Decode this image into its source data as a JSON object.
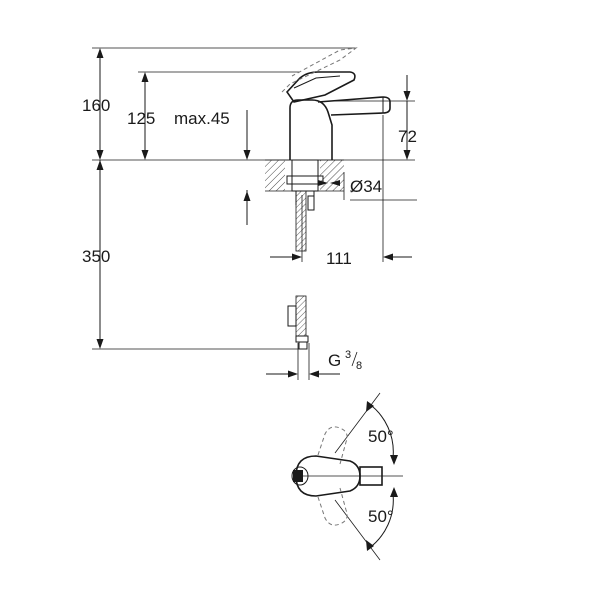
{
  "dimensions": {
    "total_height": "160",
    "spout_height": "125",
    "max_deck_thickness": "max.45",
    "outlet_height": "72",
    "hole_diameter": "Ø34",
    "hose_length": "350",
    "projection": "111",
    "connection_thread_prefix": "G",
    "connection_thread_num": "3",
    "connection_thread_den": "8",
    "lever_angle_top": "50°",
    "lever_angle_bottom": "50°"
  }
}
